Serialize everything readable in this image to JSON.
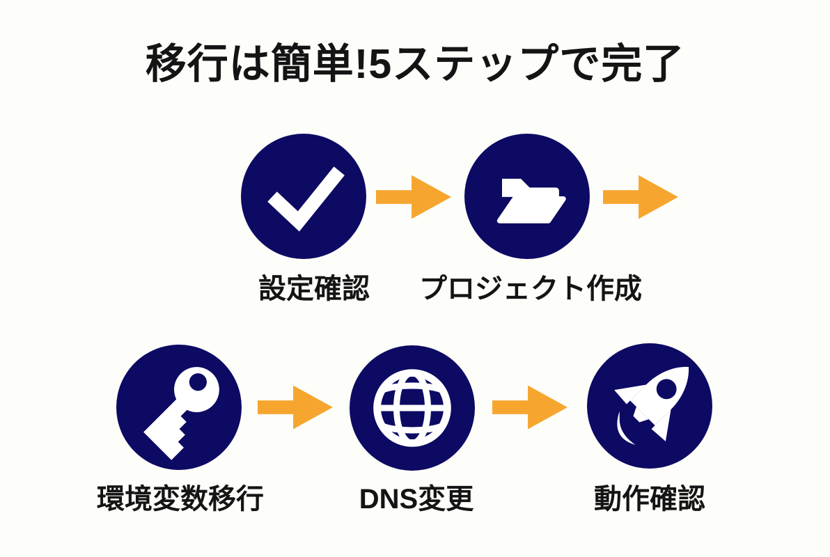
{
  "title": "移行は簡単!5ステップで完了",
  "colors": {
    "navy": "#0d0a63",
    "amber": "#f6a62f",
    "background": "#fdfdfa",
    "text": "#141414",
    "icon_white": "#ffffff"
  },
  "steps": [
    {
      "label": "設定確認",
      "icon": "check-icon"
    },
    {
      "label": "プロジェクト作成",
      "icon": "folder-open-icon"
    },
    {
      "label": "環境変数移行",
      "icon": "key-icon"
    },
    {
      "label": "DNS変更",
      "icon": "globe-icon"
    },
    {
      "label": "動作確認",
      "icon": "rocket-icon"
    }
  ]
}
